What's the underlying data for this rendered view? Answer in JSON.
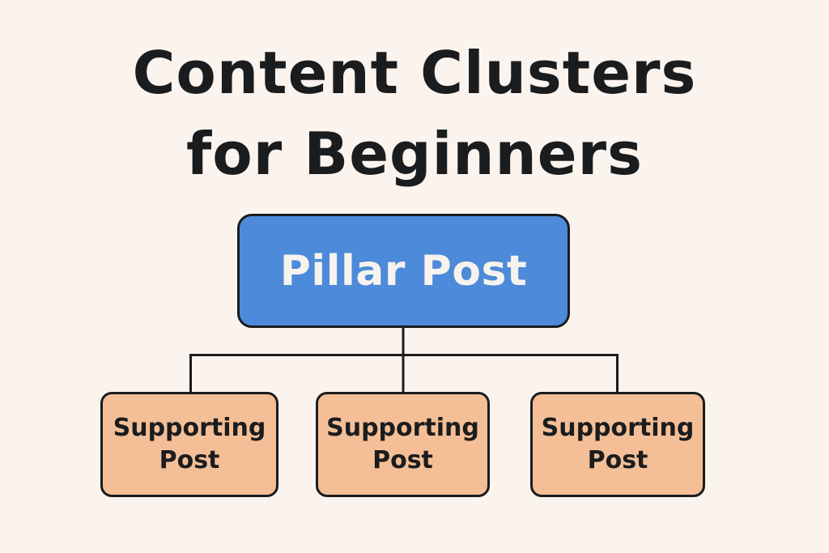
{
  "title": {
    "line1": "Content Clusters",
    "line2": "for Beginners"
  },
  "pillar": {
    "label": "Pillar Post",
    "color": "#4d8ad9"
  },
  "supporting_posts": [
    {
      "line1": "Supporting",
      "line2": "Post"
    },
    {
      "line1": "Supporting",
      "line2": "Post"
    },
    {
      "line1": "Supporting",
      "line2": "Post"
    }
  ],
  "colors": {
    "background": "#fbf4ee",
    "supporting_fill": "#f4bf96",
    "outline": "#1b1c1e"
  }
}
